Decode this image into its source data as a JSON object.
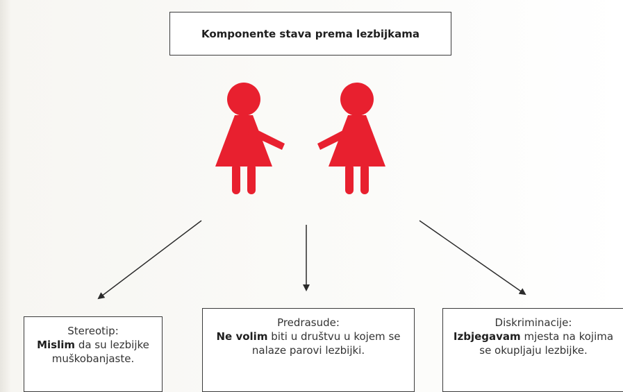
{
  "title": "Komponente stava prema lezbijkama",
  "figure_color": "#e8202f",
  "components": [
    {
      "heading": "Stereotip:",
      "strong": "Mislim",
      "rest": "da su lezbijke muškobanjaste."
    },
    {
      "heading": "Predrasude:",
      "strong": "Ne volim",
      "rest": "biti u društvu u kojem se nalaze parovi lezbijki."
    },
    {
      "heading": "Diskriminacije:",
      "strong": "Izbjegavam",
      "rest": "mjesta na kojima se okupljaju lezbijke."
    }
  ]
}
